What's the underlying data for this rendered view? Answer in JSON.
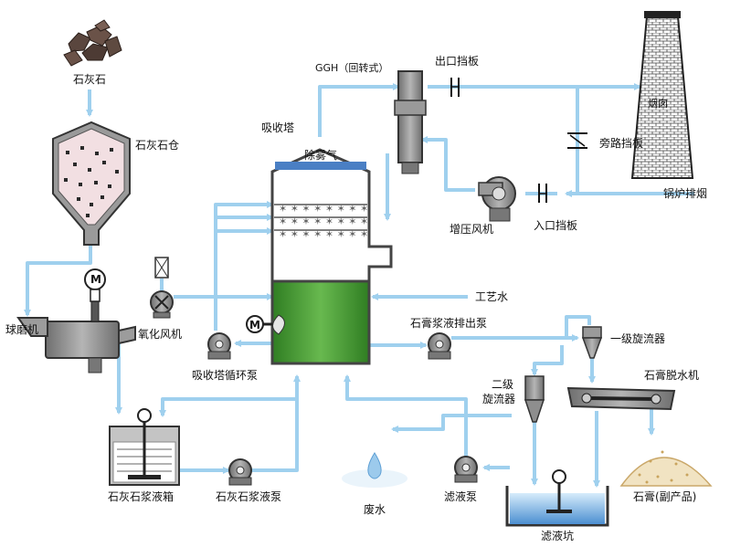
{
  "labels": {
    "limestone": "石灰石",
    "limestone_silo": "石灰石仓",
    "ball_mill": "球磨机",
    "oxidation_fan": "氧化风机",
    "absorber": "吸收塔",
    "demister": "除雾气",
    "ggh": "GGH（回转式）",
    "outlet_damper": "出口挡板",
    "chimney": "烟囱",
    "bypass_damper": "旁路挡板",
    "booster_fan": "增压风机",
    "inlet_damper": "入口挡板",
    "boiler_flue_gas": "锅炉排烟",
    "process_water": "工艺水",
    "gypsum_discharge_pump": "石膏浆液排出泵",
    "primary_cyclone": "一级旋流器",
    "secondary_cyclone_1": "二级",
    "secondary_cyclone_2": "旋流器",
    "gypsum_dewatering": "石膏脱水机",
    "absorber_recirc_pump": "吸收塔循环泵",
    "limestone_slurry_tank": "石灰石浆液箱",
    "limestone_slurry_pump": "石灰石浆液泵",
    "waste_water": "废水",
    "filtrate_pump": "滤液泵",
    "filtrate_pit": "滤液坑",
    "gypsum_byproduct": "石膏(副产品)",
    "motor_symbol": "M"
  },
  "colors": {
    "pipe": "#9fd0ee",
    "equipment": "#8c8c8c",
    "slurry": "#3f9a2e",
    "water": "#2d5fae"
  }
}
